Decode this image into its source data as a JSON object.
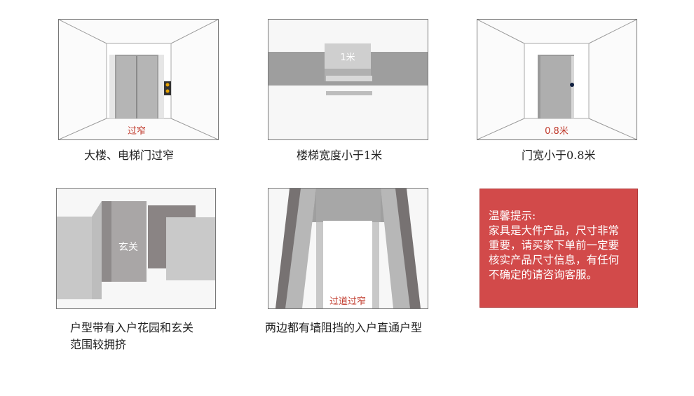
{
  "panels": [
    {
      "caption": "大楼、电梯门过窄",
      "label": "过窄"
    },
    {
      "caption": "楼梯宽度小于1米",
      "label": "1米"
    },
    {
      "caption": "门宽小于0.8米",
      "label": "0.8米"
    },
    {
      "caption": "户型带有入户花园和玄关\n范围较拥挤",
      "label": "玄关"
    },
    {
      "caption": "两边都有墙阻挡的入户直通户型",
      "label": "过道过窄"
    }
  ],
  "notice": {
    "title": "温馨提示:",
    "body": "家具是大件产品，尺寸非常\n重要，请买家下单前一定要\n核实产品尺寸信息，有任何\n不确定的请咨询客服。"
  }
}
